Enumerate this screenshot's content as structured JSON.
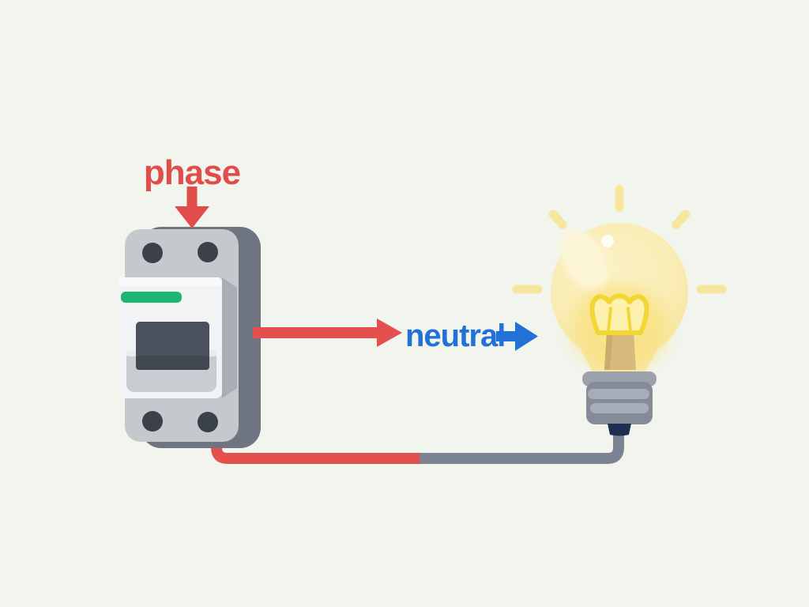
{
  "scene": {
    "description": "Electrical diagram of a circuit breaker connected to a glowing light bulb",
    "background_color": "#f2f5ee",
    "labels": {
      "phase": {
        "text": "phase",
        "color": "#e14d4b"
      },
      "neutral": {
        "text": "neutral",
        "color": "#2171d6"
      }
    },
    "components": {
      "circuit_breaker": {
        "name": "circuit breaker",
        "body_color": "#c5c9ce",
        "side_panel_color": "#6e7581",
        "front_panel_color": "#f2f3f5",
        "indicator_stripe_color": "#1eb573",
        "switch_window_color": "#4b515c",
        "screw_color": "#3b414b",
        "screw_count": 4
      },
      "light_bulb": {
        "name": "light bulb",
        "glass_color": "#f8e9ae",
        "glow_color": "#f9e07b",
        "filament_color": "#f1d634",
        "stem_color": "#d7ba7e",
        "base_color": "#858c98",
        "ridge_color": "#a7adb7",
        "collar_color": "#1d2f50",
        "ray_color": "#f6e69e",
        "ray_count": 5
      },
      "wires": {
        "phase_wire_color": "#e3504d",
        "neutral_wire_color": "#7b8292"
      },
      "arrows": {
        "phase_down_arrow_color": "#e14d4b",
        "flow_right_arrow_color": "#e3504d",
        "neutral_right_arrow_color": "#2171d6"
      }
    }
  }
}
